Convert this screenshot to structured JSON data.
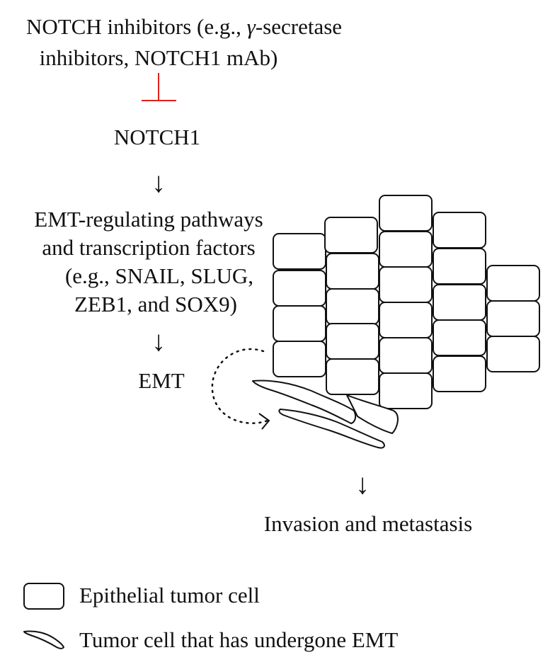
{
  "flow": {
    "inhibitors_line1": "NOTCH inhibitors (e.g., ",
    "inhibitors_gamma": "γ",
    "inhibitors_line1_end": "-secretase",
    "inhibitors_line2": "inhibitors, NOTCH1 mAb)",
    "notch1": "NOTCH1",
    "pathways_line1": "EMT-regulating pathways",
    "pathways_line2": "and transcription factors",
    "pathways_line3": "(e.g., SNAIL, SLUG,",
    "pathways_line4": "ZEB1, and SOX9)",
    "emt": "EMT",
    "outcome": "Invasion and metastasis",
    "arrow_glyph": "↓",
    "inhibit_color": "#e0201b"
  },
  "legend": {
    "epithelial": "Epithelial tumor cell",
    "emt_cell": "Tumor cell that has undergone EMT"
  }
}
